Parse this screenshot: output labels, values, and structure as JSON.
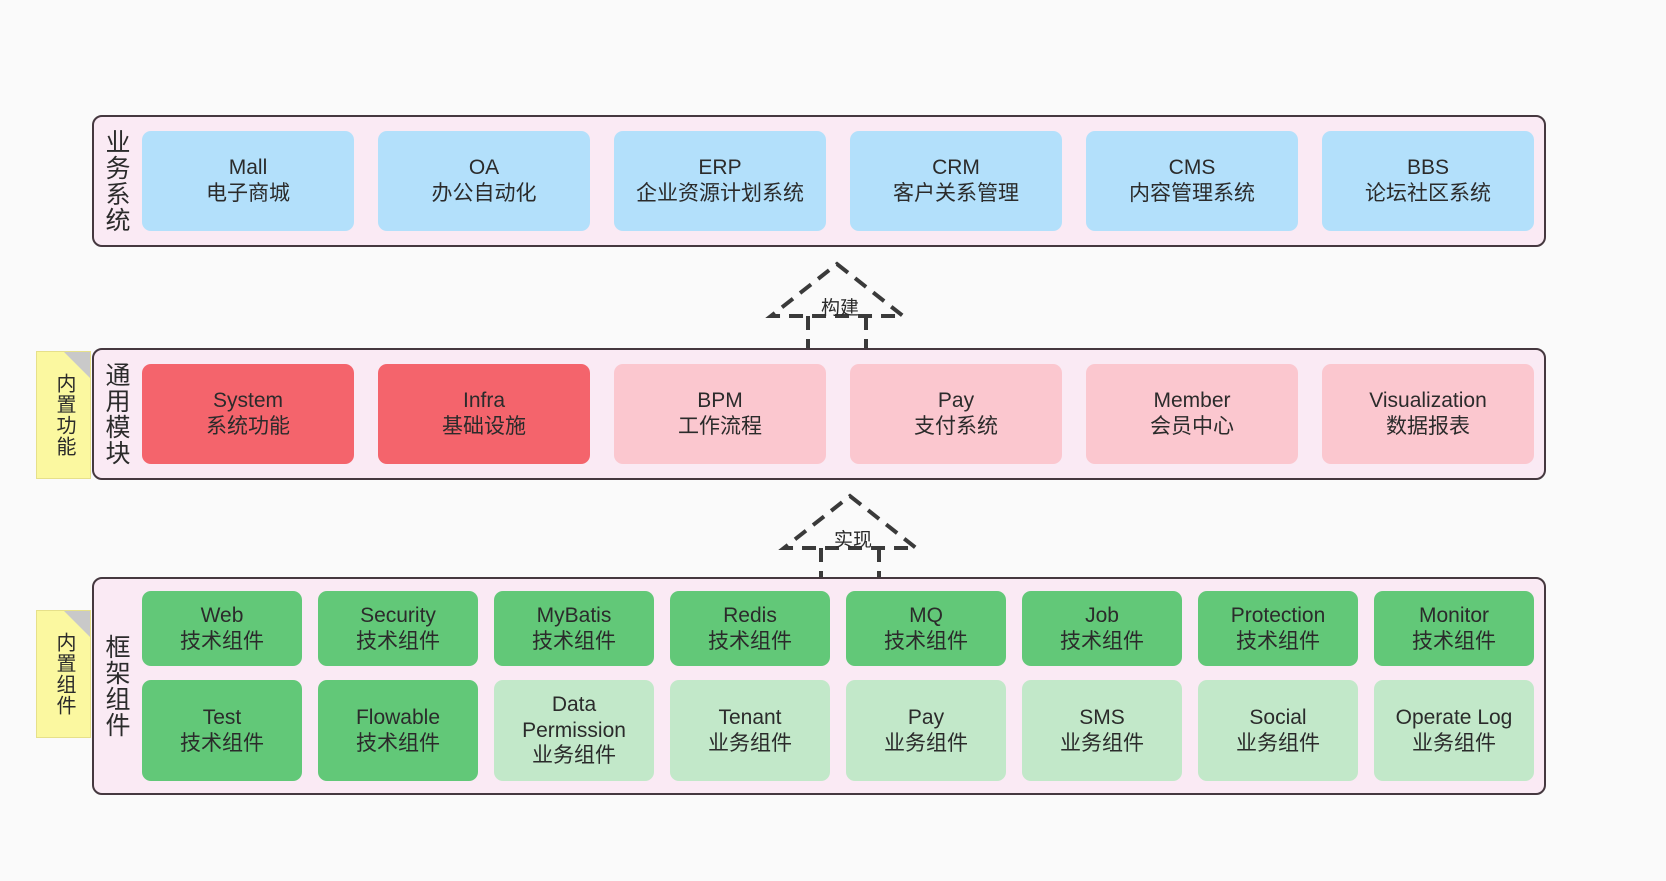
{
  "diagram": {
    "title_internal": "系统架构分层图",
    "background": "#fafafa",
    "palette": {
      "panel_bg": "#faeaf4",
      "panel_border": "#45383f",
      "blue": "#b3e0fb",
      "red": "#f4646c",
      "pink": "#fbc7cf",
      "green": "#62c878",
      "light_green": "#c2e8c9",
      "note_yellow": "#fbf8a0",
      "note_fold": "#c9c9c9",
      "text": "#2b2b2b"
    }
  },
  "layers": [
    {
      "id": "business-system",
      "label": "业务系统",
      "note": null,
      "rows": [
        {
          "style": "blue",
          "cards": [
            {
              "en": "Mall",
              "cn": "电子商城"
            },
            {
              "en": "OA",
              "cn": "办公自动化"
            },
            {
              "en": "ERP",
              "cn": "企业资源计划系统"
            },
            {
              "en": "CRM",
              "cn": "客户关系管理"
            },
            {
              "en": "CMS",
              "cn": "内容管理系统"
            },
            {
              "en": "BBS",
              "cn": "论坛社区系统"
            }
          ]
        }
      ]
    },
    {
      "id": "common-module",
      "label": "通用模块",
      "note": "内置功能",
      "rows": [
        {
          "style": "mixed",
          "cards": [
            {
              "en": "System",
              "cn": "系统功能",
              "style": "red"
            },
            {
              "en": "Infra",
              "cn": "基础设施",
              "style": "red"
            },
            {
              "en": "BPM",
              "cn": "工作流程",
              "style": "pink"
            },
            {
              "en": "Pay",
              "cn": "支付系统",
              "style": "pink"
            },
            {
              "en": "Member",
              "cn": "会员中心",
              "style": "pink"
            },
            {
              "en": "Visualization",
              "cn": "数据报表",
              "style": "pink"
            }
          ]
        }
      ]
    },
    {
      "id": "framework-component",
      "label": "框架组件",
      "note": "内置组件",
      "rows": [
        {
          "style": "green",
          "cards": [
            {
              "en": "Web",
              "cn": "技术组件",
              "style": "green"
            },
            {
              "en": "Security",
              "cn": "技术组件",
              "style": "green"
            },
            {
              "en": "MyBatis",
              "cn": "技术组件",
              "style": "green"
            },
            {
              "en": "Redis",
              "cn": "技术组件",
              "style": "green"
            },
            {
              "en": "MQ",
              "cn": "技术组件",
              "style": "green"
            },
            {
              "en": "Job",
              "cn": "技术组件",
              "style": "green"
            },
            {
              "en": "Protection",
              "cn": "技术组件",
              "style": "green"
            },
            {
              "en": "Monitor",
              "cn": "技术组件",
              "style": "green"
            }
          ]
        },
        {
          "style": "light_green",
          "cards": [
            {
              "en": "Test",
              "cn": "技术组件",
              "style": "green"
            },
            {
              "en": "Flowable",
              "cn": "技术组件",
              "style": "green"
            },
            {
              "en": "Data Permission",
              "cn": "业务组件",
              "style": "light_green"
            },
            {
              "en": "Tenant",
              "cn": "业务组件",
              "style": "light_green"
            },
            {
              "en": "Pay",
              "cn": "业务组件",
              "style": "light_green"
            },
            {
              "en": "SMS",
              "cn": "业务组件",
              "style": "light_green"
            },
            {
              "en": "Social",
              "cn": "业务组件",
              "style": "light_green"
            },
            {
              "en": "Operate Log",
              "cn": "业务组件",
              "style": "light_green"
            }
          ]
        }
      ]
    }
  ],
  "connectors": [
    {
      "id": "build",
      "label": "构建",
      "from": "common-module",
      "to": "business-system",
      "style": "dashed-generalization-up"
    },
    {
      "id": "implement",
      "label": "实现",
      "from": "framework-component",
      "to": "common-module",
      "style": "dashed-generalization-up"
    }
  ]
}
